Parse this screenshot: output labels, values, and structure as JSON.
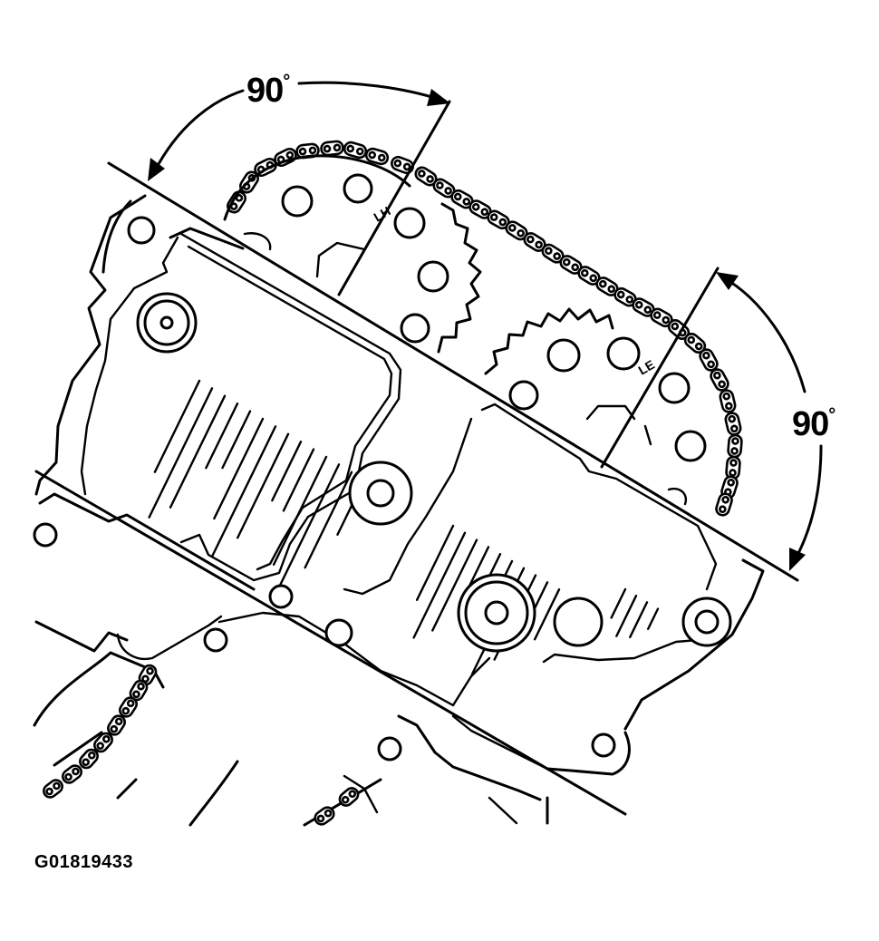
{
  "diagram": {
    "angle_labels": [
      {
        "value": "90",
        "unit": "°"
      },
      {
        "value": "90",
        "unit": "°"
      }
    ],
    "figure_id": "G01819433"
  },
  "colors": {
    "line": "#000000",
    "background": "#ffffff"
  }
}
